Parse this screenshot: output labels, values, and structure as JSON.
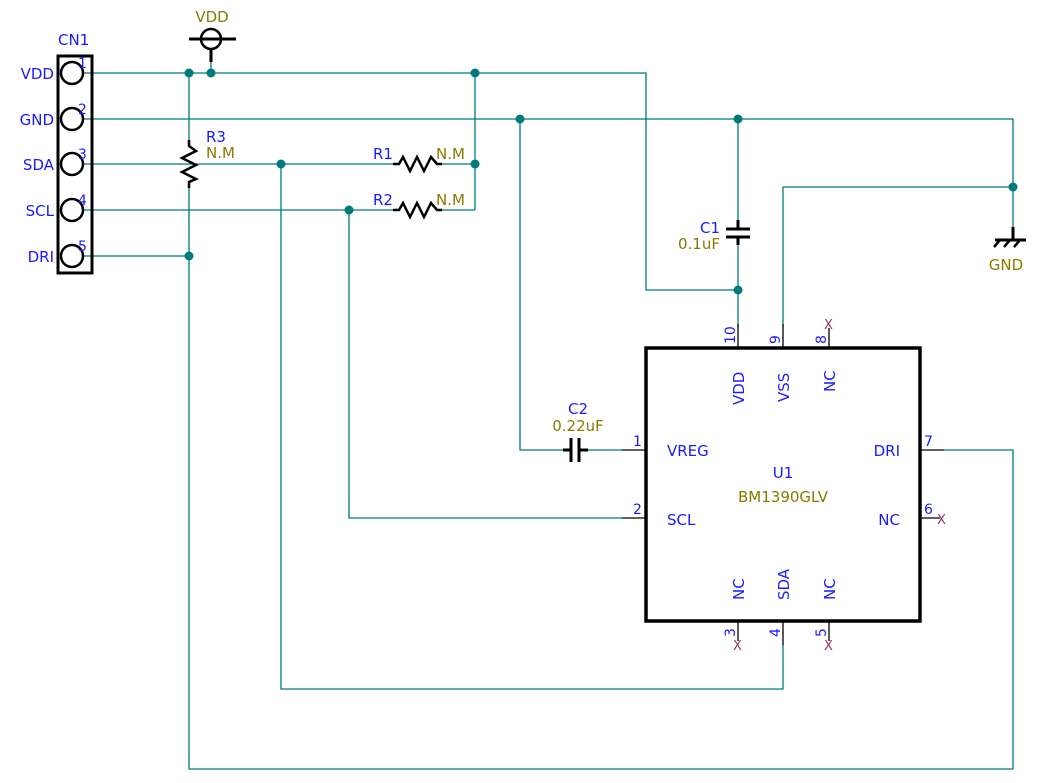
{
  "schematic": {
    "colors": {
      "wire": "#007a7a",
      "designator": "#1a1aff",
      "value": "#8a7a00",
      "no_connect": "#993366",
      "symbol": "#000000"
    },
    "connector": {
      "designator": "CN1",
      "pins": [
        {
          "number": "1",
          "name": "VDD"
        },
        {
          "number": "2",
          "name": "GND"
        },
        {
          "number": "3",
          "name": "SDA"
        },
        {
          "number": "4",
          "name": "SCL"
        },
        {
          "number": "5",
          "name": "DRI"
        }
      ]
    },
    "power": {
      "vdd_label": "VDD",
      "gnd_label": "GND"
    },
    "resistors": [
      {
        "designator": "R1",
        "value": "N.M"
      },
      {
        "designator": "R2",
        "value": "N.M"
      },
      {
        "designator": "R3",
        "value": "N.M"
      }
    ],
    "capacitors": [
      {
        "designator": "C1",
        "value": "0.1uF"
      },
      {
        "designator": "C2",
        "value": "0.22uF"
      }
    ],
    "ic": {
      "designator": "U1",
      "part": "BM1390GLV",
      "pins": [
        {
          "number": "1",
          "name": "VREG"
        },
        {
          "number": "2",
          "name": "SCL"
        },
        {
          "number": "3",
          "name": "NC",
          "no_connect": "X"
        },
        {
          "number": "4",
          "name": "SDA"
        },
        {
          "number": "5",
          "name": "NC",
          "no_connect": "X"
        },
        {
          "number": "6",
          "name": "NC",
          "no_connect": "X"
        },
        {
          "number": "7",
          "name": "DRI"
        },
        {
          "number": "8",
          "name": "NC",
          "no_connect": "X"
        },
        {
          "number": "9",
          "name": "VSS"
        },
        {
          "number": "10",
          "name": "VDD"
        }
      ]
    }
  }
}
